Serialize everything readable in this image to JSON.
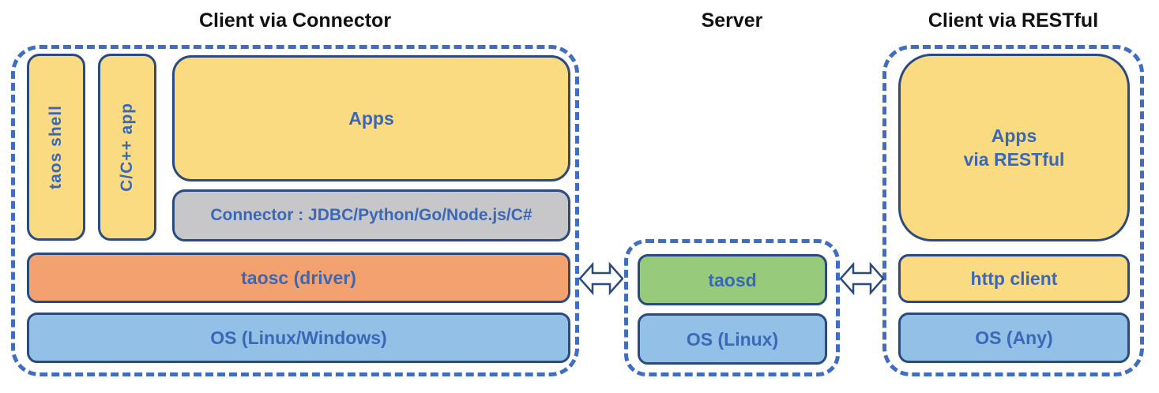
{
  "colors": {
    "yellow_fill": "#FBDB82",
    "gray_fill": "#C7C7C9",
    "orange_fill": "#F2A16F",
    "blue_fill": "#92C0E6",
    "green_fill": "#98CA7B",
    "box_border": "#2B4A80",
    "label_text": "#3A68B6",
    "dashed_border": "#3E6DC2",
    "title_text": "#111111"
  },
  "sections": [
    {
      "id": "client-via-connector",
      "title": "Client via Connector",
      "boxes": [
        {
          "id": "taos-shell",
          "label": "taos shell"
        },
        {
          "id": "cpp-app",
          "label": "C/C++ app"
        },
        {
          "id": "apps",
          "label": "Apps"
        },
        {
          "id": "connector",
          "label": "Connector : JDBC/Python/Go/Node.js/C#"
        },
        {
          "id": "taosc",
          "label": "taosc (driver)"
        },
        {
          "id": "os-linux-windows",
          "label": "OS (Linux/Windows)"
        }
      ]
    },
    {
      "id": "server",
      "title": "Server",
      "boxes": [
        {
          "id": "taosd",
          "label": "taosd"
        },
        {
          "id": "os-linux",
          "label": "OS (Linux)"
        }
      ]
    },
    {
      "id": "client-via-restful",
      "title": "Client via RESTful",
      "boxes": [
        {
          "id": "apps-via-restful",
          "label_lines": [
            "Apps",
            "via RESTful"
          ]
        },
        {
          "id": "http-client",
          "label": "http client"
        },
        {
          "id": "os-any",
          "label": "OS (Any)"
        }
      ]
    }
  ],
  "connections": [
    {
      "id": "connector-server-link",
      "type": "bidirectional-arrow",
      "from": "client-via-connector",
      "to": "server"
    },
    {
      "id": "server-restful-link",
      "type": "bidirectional-arrow",
      "from": "server",
      "to": "client-via-restful"
    }
  ]
}
